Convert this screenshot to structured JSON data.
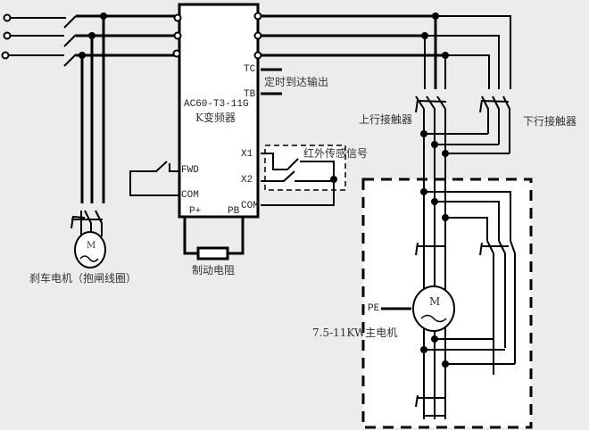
{
  "vfd": {
    "model_line1": "AC60-T3-11G",
    "model_line2": "K变频器"
  },
  "terminals": {
    "tc": "TC",
    "tb": "TB",
    "x1": "X1",
    "x2": "X2",
    "com_right": "COM",
    "fwd": "FWD",
    "com_left": "COM",
    "p_plus": "P+",
    "pb": "PB",
    "pe": "PE"
  },
  "labels": {
    "timer_output": "定时到达输出",
    "infrared_signal": "红外传感信号",
    "up_contactor": "上行接触器",
    "down_contactor": "下行接触器",
    "brake_resistor": "制动电阻",
    "brake_motor": "刹车电机（抱闸线圈）",
    "main_motor": "7.5-11KW主电机",
    "motor_symbol": "M"
  }
}
